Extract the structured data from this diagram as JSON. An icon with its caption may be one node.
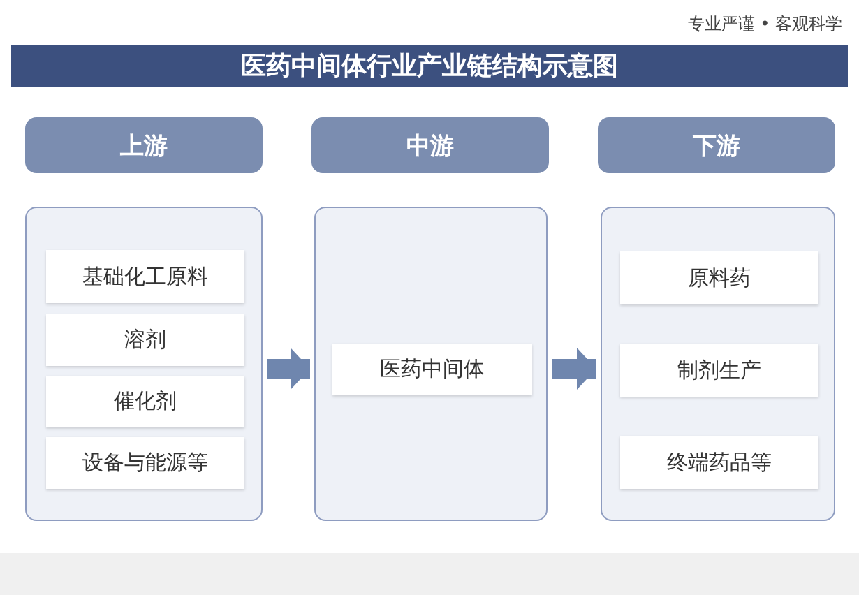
{
  "diagram": {
    "title": "医药中间体行业产业链结构示意图",
    "nodes": [
      {
        "text": [
          "上游"
        ]
      },
      {
        "text": [
          "中游"
        ]
      },
      {
        "text": [
          "下游"
        ]
      },
      {
        "text": [],
        "shape": "box"
      },
      {
        "text": [
          "基础化工原料"
        ],
        "in": 3
      },
      {
        "text": [
          "溶剂"
        ],
        "in": 3
      },
      {
        "text": [
          "催化剂"
        ],
        "in": 3
      },
      {
        "text": [
          "设备与能源等"
        ],
        "in": 3
      },
      {
        "text": [],
        "shape": "box"
      },
      {
        "text": [
          "医药中间体"
        ],
        "in": 8
      },
      {
        "text": [],
        "shape": "box"
      },
      {
        "text": [
          "原料药"
        ],
        "in": 10
      },
      {
        "text": [
          "制剂生产"
        ],
        "in": 10
      },
      {
        "text": [
          "终端药品等"
        ],
        "in": 10
      }
    ],
    "edges": [
      {
        "from": 3,
        "to": 8,
        "arrow": "to"
      },
      {
        "from": 8,
        "to": 10,
        "arrow": "to"
      }
    ],
    "labels": [
      "专业严谨 • 客观科学"
    ]
  }
}
